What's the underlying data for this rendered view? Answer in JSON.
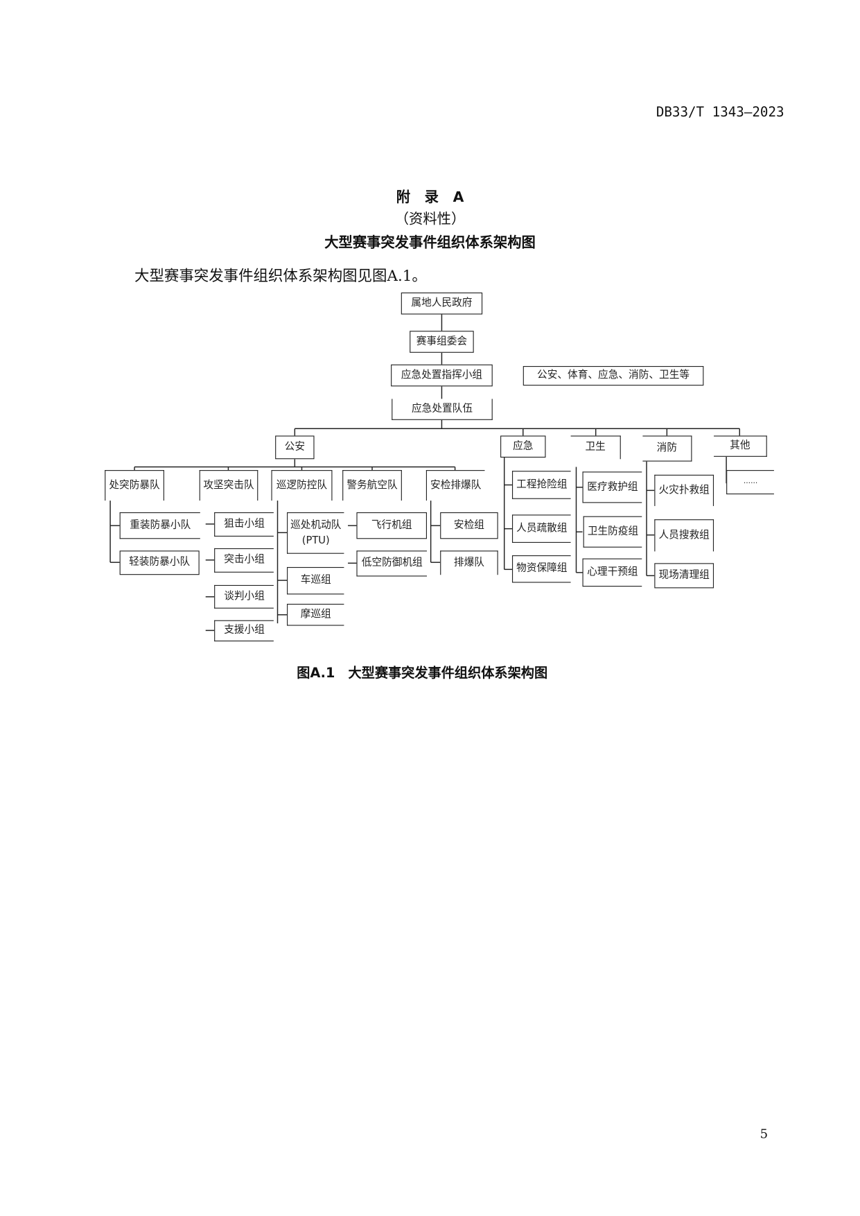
{
  "header": {
    "doc_id": "DB33/T 1343—2023"
  },
  "appendix": {
    "label": "附 录 A",
    "type": "（资料性）",
    "title": "大型赛事突发事件组织体系架构图"
  },
  "intro": "大型赛事突发事件组织体系架构图见图A.1。",
  "org": {
    "root": "属地人民政府",
    "committee": "赛事组委会",
    "command": "应急处置指挥小组",
    "command_members": "公安、体育、应急、消防、卫生等",
    "teams": "应急处置队伍",
    "police": {
      "label": "公安",
      "units": [
        {
          "label": "处突防暴队",
          "groups": [
            "重装防暴小队",
            "轻装防暴小队"
          ]
        },
        {
          "label": "攻坚突击队",
          "groups": [
            "狙击小组",
            "突击小组",
            "谈判小组",
            "支援小组"
          ]
        },
        {
          "label": "巡逻防控队",
          "groups": [
            "巡处机动队",
            "(PTU)",
            "车巡组",
            "摩巡组"
          ]
        },
        {
          "label": "警务航空队",
          "groups": [
            "飞行机组",
            "低空防御机组"
          ]
        },
        {
          "label": "安检排爆队",
          "groups": [
            "安检组",
            "排爆队"
          ]
        }
      ]
    },
    "emergency": {
      "label": "应急",
      "groups": [
        "工程抢险组",
        "人员疏散组",
        "物资保障组"
      ]
    },
    "health": {
      "label": "卫生",
      "groups": [
        "医疗救护组",
        "卫生防疫组",
        "心理干预组"
      ]
    },
    "fire": {
      "label": "消防",
      "groups": [
        "火灾扑救组",
        "人员搜救组",
        "现场清理组"
      ]
    },
    "other": {
      "label": "其他",
      "groups": [
        "……"
      ]
    }
  },
  "caption": "图A.1　大型赛事突发事件组织体系架构图",
  "page_number": "5"
}
